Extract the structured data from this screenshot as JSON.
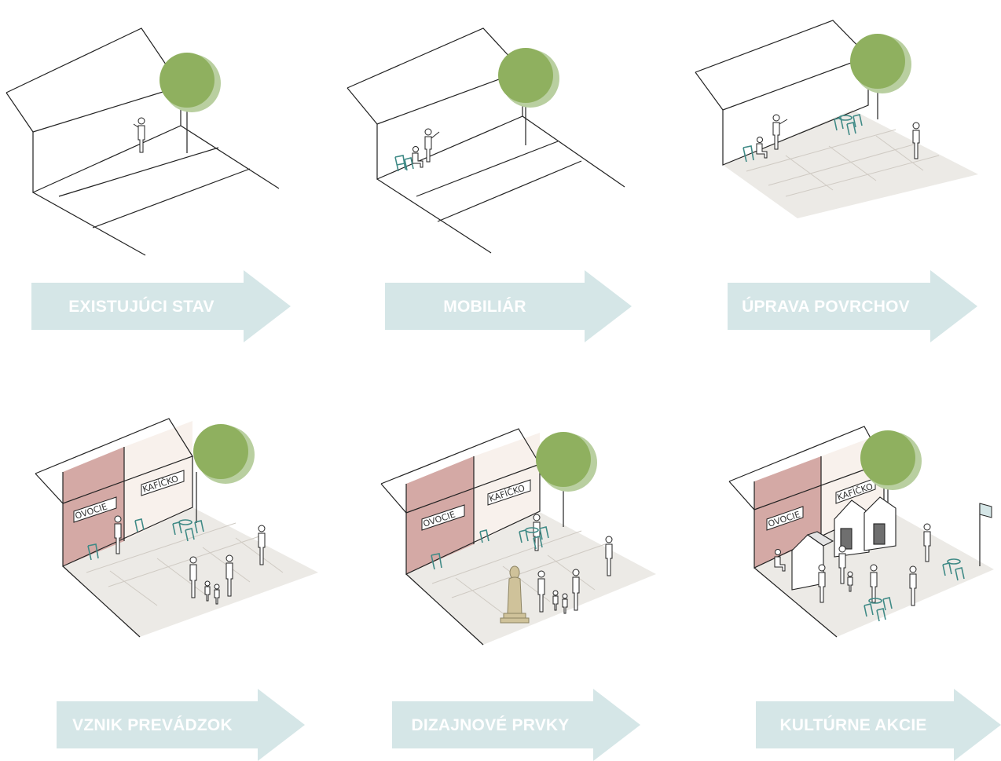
{
  "steps": [
    {
      "label": "EXISTUJÚCI STAV"
    },
    {
      "label": "MOBILIÁR"
    },
    {
      "label": "ÚPRAVA POVRCHOV"
    },
    {
      "label": "VZNIK PREVÁDZOK"
    },
    {
      "label": "DIZAJNOVÉ PRVKY"
    },
    {
      "label": "KULTÚRNE AKCIE"
    }
  ],
  "signs": {
    "shop": "OVOCIE",
    "cafe": "KAFÍČKO"
  },
  "colors": {
    "arrow": "#d5e6e7",
    "tree": "#8fb05f",
    "tree_halo": "#b9cfa0",
    "paving": "#eceae6",
    "shop_wall": "#d4a9a5",
    "cafe_wall": "#f8f1ec",
    "chairs": "#3f8a86",
    "statue": "#cfc29a"
  }
}
